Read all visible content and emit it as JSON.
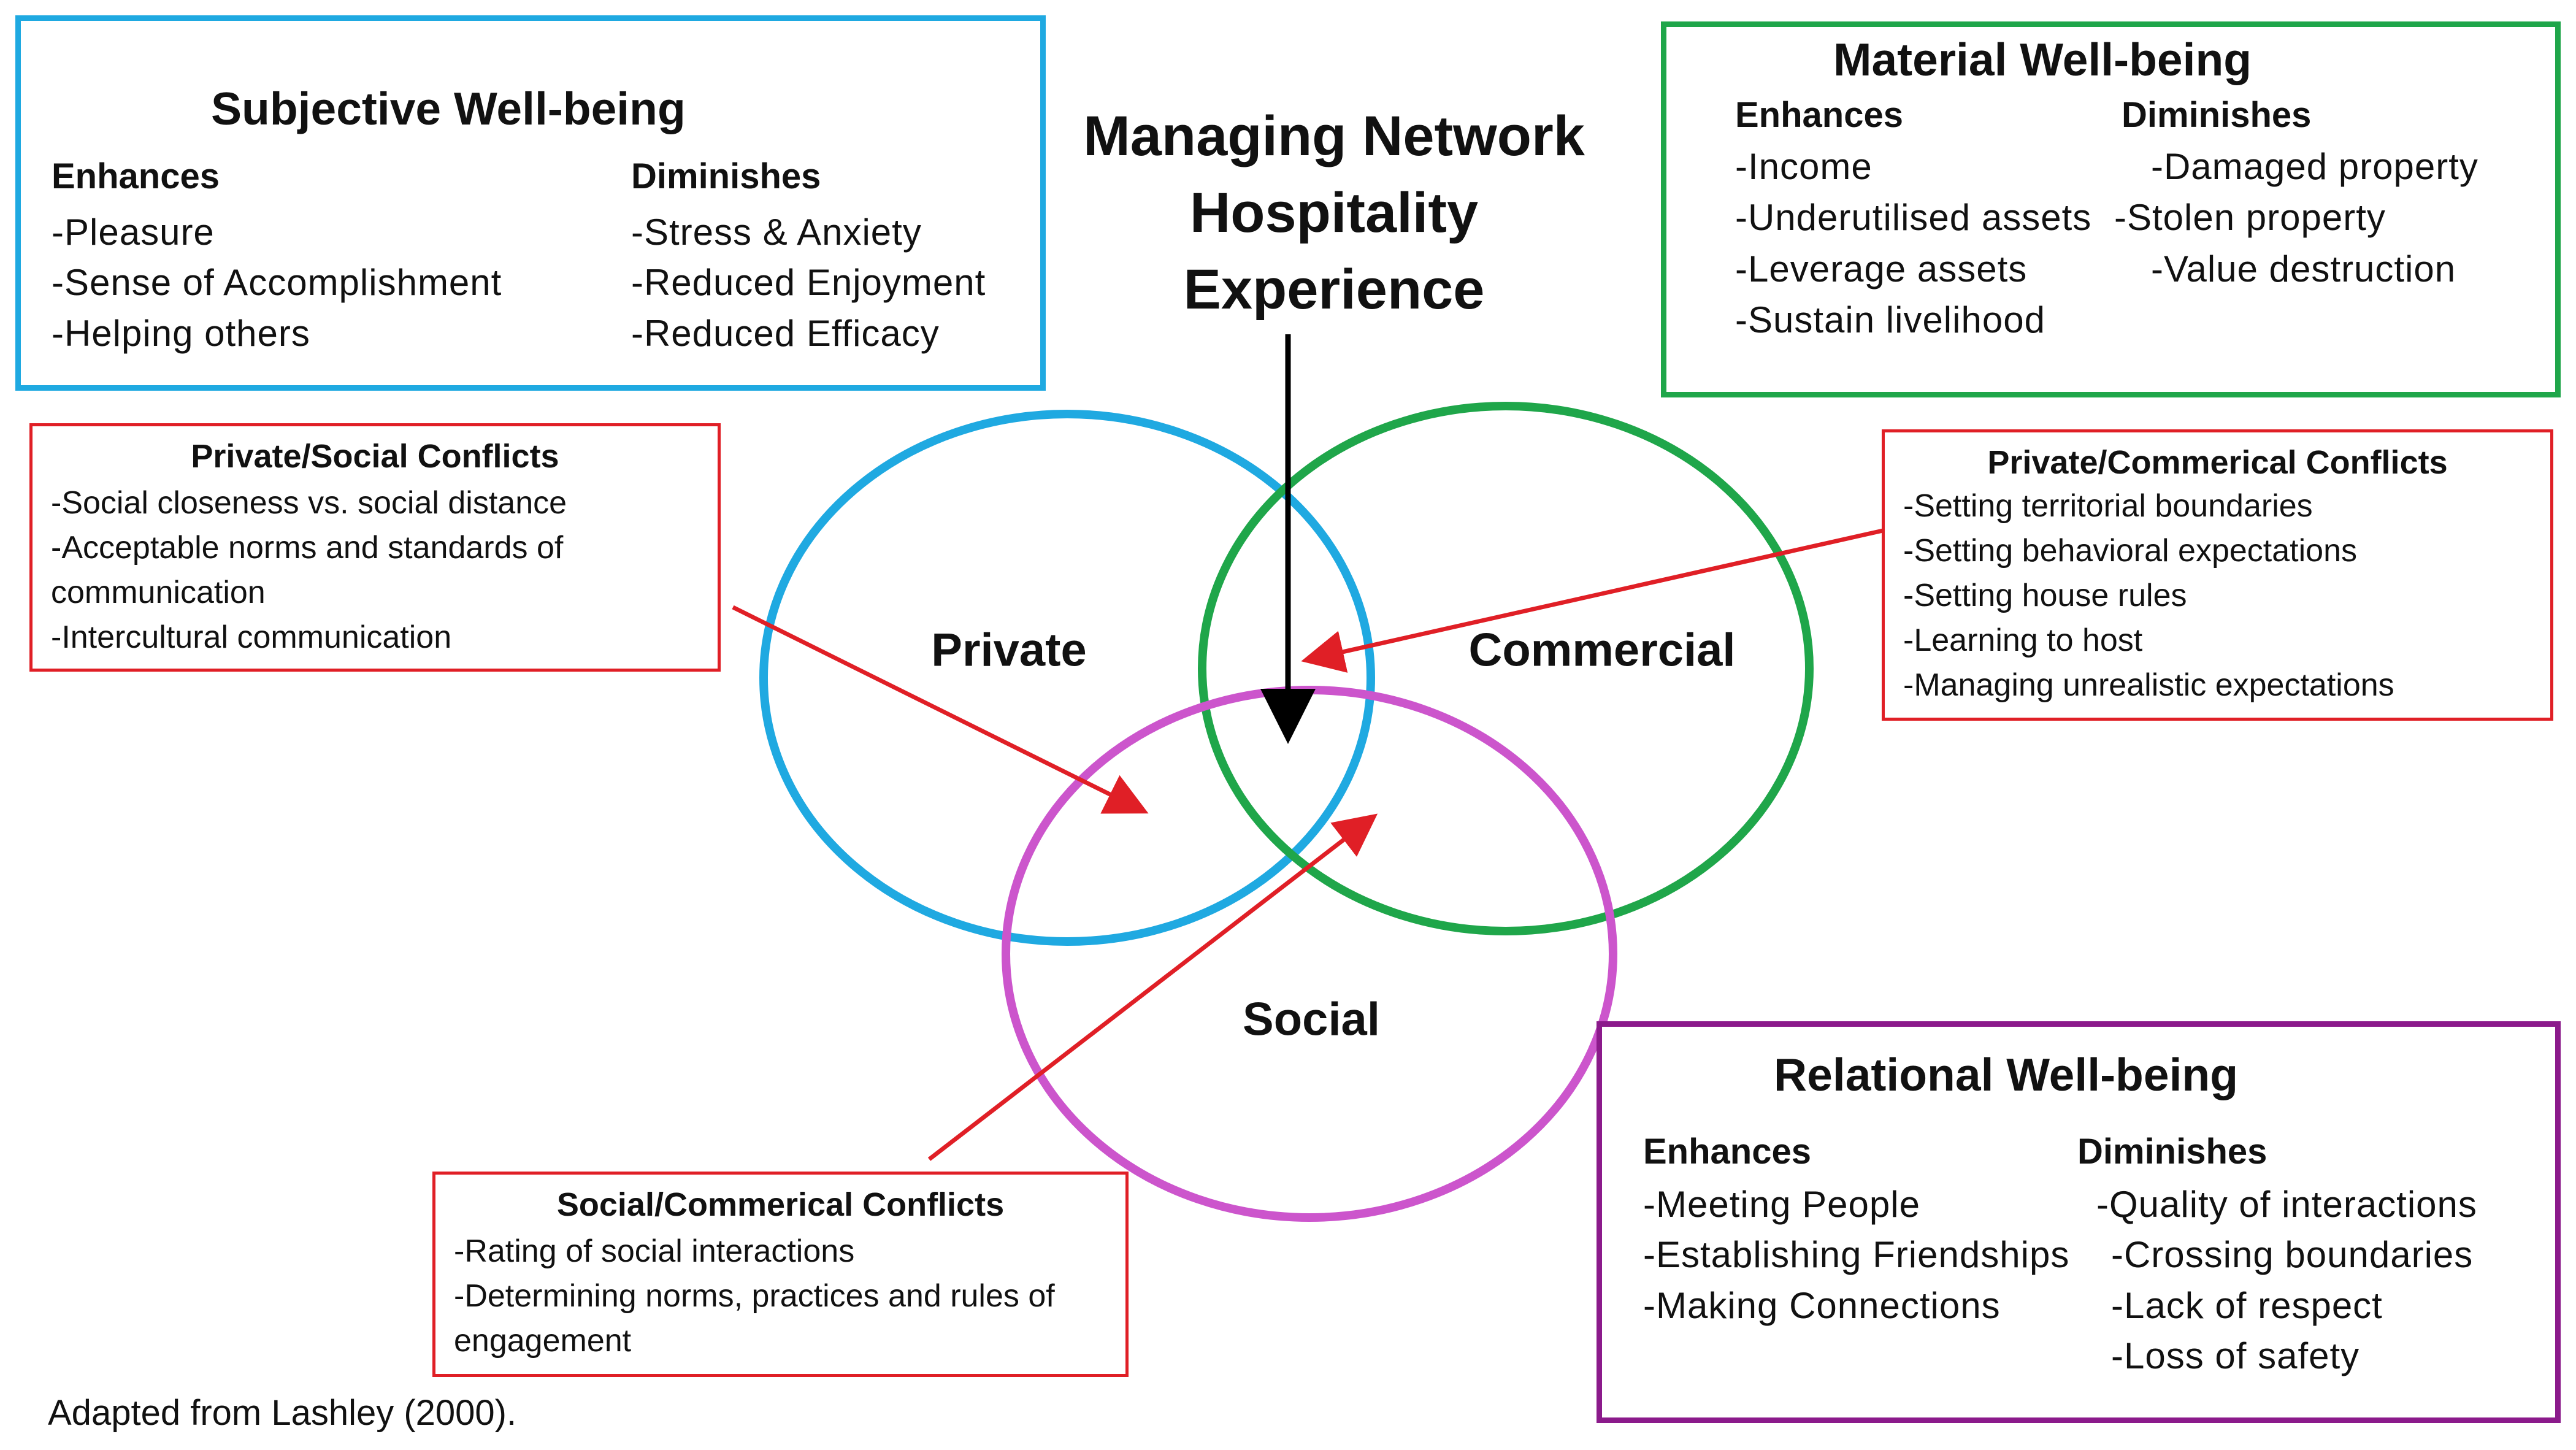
{
  "title": {
    "line1": "Managing Network",
    "line2": "Hospitality",
    "line3": "Experience"
  },
  "circles": {
    "private": "Private",
    "commercial": "Commercial",
    "social": "Social"
  },
  "subjective": {
    "title": "Subjective Well-being",
    "enhances_label": "Enhances",
    "enhances": [
      "-Pleasure",
      "-Sense of Accomplishment",
      "-Helping others"
    ],
    "diminishes_label": "Diminishes",
    "diminishes": [
      "-Stress & Anxiety",
      "-Reduced Enjoyment",
      "-Reduced Efficacy"
    ],
    "color": "#1fa9e1"
  },
  "material": {
    "title": "Material Well-being",
    "enhances_label": "Enhances",
    "enhances": [
      "-Income",
      "-Underutilised assets",
      "-Leverage assets",
      "-Sustain livelihood"
    ],
    "diminishes_label": "Diminishes",
    "diminishes": [
      "-Damaged property",
      "-Stolen property",
      "-Value destruction"
    ],
    "color": "#1fa64a"
  },
  "relational": {
    "title": "Relational Well-being",
    "enhances_label": "Enhances",
    "enhances": [
      "-Meeting People",
      "-Establishing Friendships",
      "-Making Connections"
    ],
    "diminishes_label": "Diminishes",
    "diminishes": [
      "-Quality of interactions",
      "-Crossing boundaries",
      "-Lack of respect",
      "-Loss of safety"
    ],
    "color": "#8b1a8b"
  },
  "private_social": {
    "title": "Private/Social Conflicts",
    "items": [
      "-Social closeness vs. social distance",
      "-Acceptable norms and standards of",
      "communication",
      "-Intercultural communication"
    ]
  },
  "private_commercial": {
    "title": "Private/Commerical Conflicts",
    "items": [
      "-Setting territorial boundaries",
      "-Setting behavioral expectations",
      "-Setting house rules",
      "-Learning to host",
      "-Managing unrealistic expectations"
    ]
  },
  "social_commercial": {
    "title": "Social/Commerical Conflicts",
    "items": [
      "-Rating of social interactions",
      "-Determining norms, practices and rules of",
      "engagement"
    ]
  },
  "caption": "Adapted from Lashley (2000).",
  "colors": {
    "conflict": "#e01f26",
    "private_circle": "#1fa9e1",
    "commercial_circle": "#1fa64a",
    "social_circle": "#cc55cc",
    "arrow_main": "#000000",
    "arrow_conflict": "#e01f26"
  }
}
